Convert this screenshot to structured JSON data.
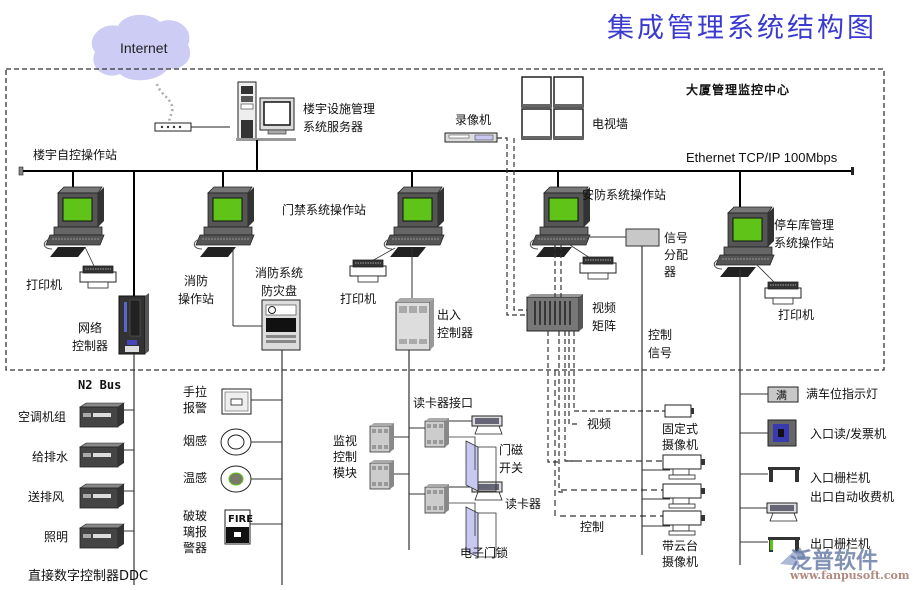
{
  "title": "集成管理系统结构图",
  "internet": "Internet",
  "center": {
    "name": "大厦管理监控中心",
    "network": "Ethernet TCP/IP 100Mbps",
    "server": "楼宇设施管理\n系统服务器",
    "vcr": "录像机",
    "tv_wall": "电视墙"
  },
  "stations": {
    "bas": "楼宇自控操作站",
    "fire": "消防\n操作站",
    "fire_panel": "消防系统\n防灾盘",
    "access": "门禁系统操作站",
    "security": "安防系统操作站",
    "parking": "停车库管理\n系统操作站",
    "printer": "打印机",
    "network_controller": "网络\n控制器",
    "access_controller": "出入\n控制器",
    "video_matrix": "视频\n矩阵",
    "signal_distributor": "信号\n分配\n器",
    "control_signal": "控制\n信号"
  },
  "ddc": {
    "bus": "N2 Bus",
    "items": [
      "空调机组",
      "给排水",
      "送排风",
      "照明"
    ],
    "footer": "直接数字控制器DDC"
  },
  "fire_devices": {
    "items": [
      "手拉\n报警",
      "烟感",
      "温感",
      "破玻\n璃报\n警器"
    ],
    "fire_label": "FIRE"
  },
  "access_devices": {
    "reader_interface": "读卡器接口",
    "monitor_module": "监视\n控制\n模块",
    "door_contact": "门磁\n开关",
    "card_reader": "读卡器",
    "electronic_lock": "电子门锁"
  },
  "cctv": {
    "video": "视频",
    "control": "控制",
    "fixed_camera": "固定式\n摄像机",
    "ptz_camera": "带云台\n摄像机"
  },
  "parking_devices": {
    "items": [
      "满车位指示灯",
      "入口读/发票机",
      "入口栅栏机\n出口自动收费机",
      "出口栅栏机"
    ],
    "full_sign": "满"
  },
  "watermark": {
    "brand": "泛普软件",
    "url": "www.fanpusoft.com"
  },
  "colors": {
    "title": "#3a3ad0",
    "cloud": "#ccccf4",
    "screen": "#5fc417",
    "line": "#000000",
    "dashed": "#333333"
  }
}
